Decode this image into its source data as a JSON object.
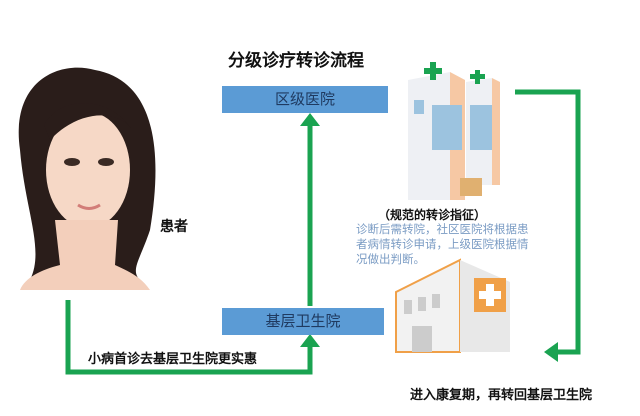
{
  "title": "分级诊疗转诊流程",
  "district_hospital": "区级医院",
  "primary_clinic": "基层卫生院",
  "patient_label": "患者",
  "referral_heading": "（规范的转诊指征）",
  "referral_description": "诊断后需转院，社区医院将根据患者病情转诊申请，上级医院根据情况做出判断。",
  "left_caption": "小病首诊去基层卫生院更实惠",
  "right_caption": "进入康复期，再转回基层卫生院",
  "colors": {
    "arrow": "#1aa351",
    "box": "#5b9bd5",
    "accent_orange": "#f0a048"
  }
}
